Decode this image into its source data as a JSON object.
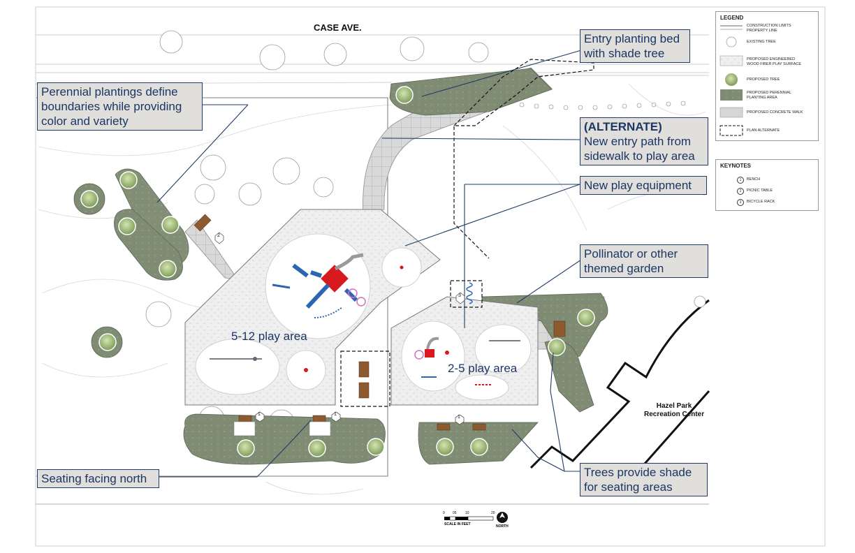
{
  "street": "CASE AVE.",
  "building": {
    "line1": "Hazel Park",
    "line2": "Recreation Center"
  },
  "play_area_labels": {
    "big": "5-12 play area",
    "small": "2-5 play area"
  },
  "callouts": {
    "entry_planting": {
      "line1": "Entry planting bed",
      "line2": "with shade tree"
    },
    "perennial": {
      "line1": "Perennial plantings define",
      "line2": "boundaries while providing",
      "line3": "color and variety"
    },
    "alternate": {
      "line1": "(ALTERNATE)",
      "line2": "New entry path from",
      "line3": "sidewalk to play area"
    },
    "play_equipment": {
      "line1": "New play equipment"
    },
    "pollinator": {
      "line1": "Pollinator or other",
      "line2": "themed garden"
    },
    "seating": {
      "line1": "Seating facing north"
    },
    "trees_shade": {
      "line1": "Trees provide shade",
      "line2": "for seating areas"
    }
  },
  "legend": {
    "title": "LEGEND",
    "items": [
      {
        "label1": "CONSTRUCTION LIMITS",
        "label2": "PROPERTY LINE"
      },
      {
        "label1": "EXISTING TREE",
        "label2": ""
      },
      {
        "label1": "PROPOSED ENGINEERED",
        "label2": "WOOD FIBER PLAY SURFACE"
      },
      {
        "label1": "PROPOSED TREE",
        "label2": ""
      },
      {
        "label1": "PROPOSED PERENNIAL",
        "label2": "PLANTING AREA"
      },
      {
        "label1": "PROPOSED CONCRETE WALK",
        "label2": ""
      },
      {
        "label1": "PLAN ALTERNATE",
        "label2": ""
      }
    ]
  },
  "keynotes": {
    "title": "KEYNOTES",
    "items": [
      {
        "num": "1",
        "label": "BENCH"
      },
      {
        "num": "2",
        "label": "PICNIC TABLE"
      },
      {
        "num": "3",
        "label": "BICYCLE RACK"
      }
    ]
  },
  "scale": {
    "ticks": [
      "0",
      "05",
      "10",
      "20"
    ],
    "label": "SCALE IN FEET",
    "north": "NORTH"
  },
  "map_keynotes": [
    "1",
    "1",
    "1",
    "2",
    "3"
  ],
  "colors": {
    "callout_fill": "#e1dfdc",
    "callout_border": "#1f3a68",
    "callout_text": "#1b3664",
    "planting": "#7c8a72",
    "tree": "#a3bd7a",
    "concrete": "#d6d6d6",
    "play_surface": "#eeeeee"
  }
}
